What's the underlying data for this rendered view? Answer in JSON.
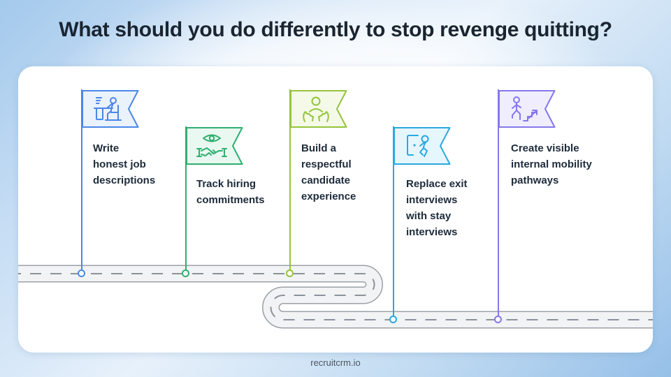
{
  "title": "What should you do differently to stop revenge quitting?",
  "footer": {
    "brand": "recruitcrm.io"
  },
  "theme": {
    "background_blue": "#a3c9ec",
    "card_background": "#ffffff",
    "title_color": "#1a2531",
    "label_color": "#1d2b3a",
    "road_fill": "#f2f3f4",
    "road_casing": "#9ba1a7",
    "road_dash": "#8b9299"
  },
  "roadmap": {
    "milestones": [
      {
        "label": "Write\nhonest job\ndescriptions",
        "icon": "person-writing-at-desk-icon",
        "color": "#4b87e8",
        "flag_fill": "#eaf2fc"
      },
      {
        "label": "Track hiring\ncommitments",
        "icon": "eye-over-handshake-icon",
        "color": "#2fae70",
        "flag_fill": "#e9f9f1"
      },
      {
        "label": "Build a\nrespectful\ncandidate\nexperience",
        "icon": "person-in-caring-hands-icon",
        "color": "#94c43e",
        "flag_fill": "#f4fae7"
      },
      {
        "label": "Replace exit\ninterviews\nwith stay\ninterviews",
        "icon": "exit-door-person-icon",
        "color": "#29a9e1",
        "flag_fill": "#e6f6fd"
      },
      {
        "label": "Create visible\ninternal mobility\npathways",
        "icon": "career-stairs-arrow-icon",
        "color": "#8577ec",
        "flag_fill": "#f0eefe"
      }
    ]
  }
}
